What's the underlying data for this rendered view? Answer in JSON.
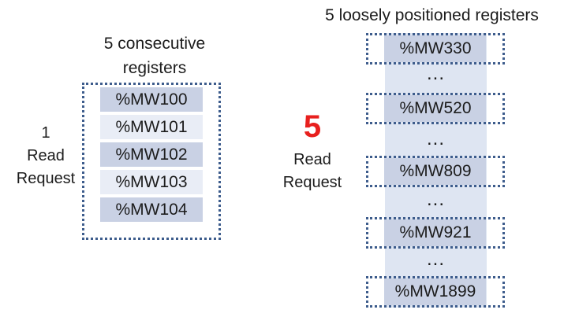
{
  "diagram": {
    "left": {
      "title_line1": "5 consecutive",
      "title_line2": "registers",
      "request_count": "1",
      "request_line1": "Read",
      "request_line2": "Request",
      "registers": [
        "%MW100",
        "%MW101",
        "%MW102",
        "%MW103",
        "%MW104"
      ]
    },
    "right": {
      "title": "5 loosely positioned registers",
      "request_count": "5",
      "request_line1": "Read",
      "request_line2": "Request",
      "registers": [
        "%MW330",
        "%MW520",
        "%MW809",
        "%MW921",
        "%MW1899"
      ],
      "gap_marker": "..."
    },
    "colors": {
      "cell_dark": "#c9d1e4",
      "cell_light": "#e9edf6",
      "strip": "#dee5f2",
      "dotted_border": "#3d5c8c",
      "count_red": "#e8201e",
      "text": "#1c1c1c"
    }
  }
}
